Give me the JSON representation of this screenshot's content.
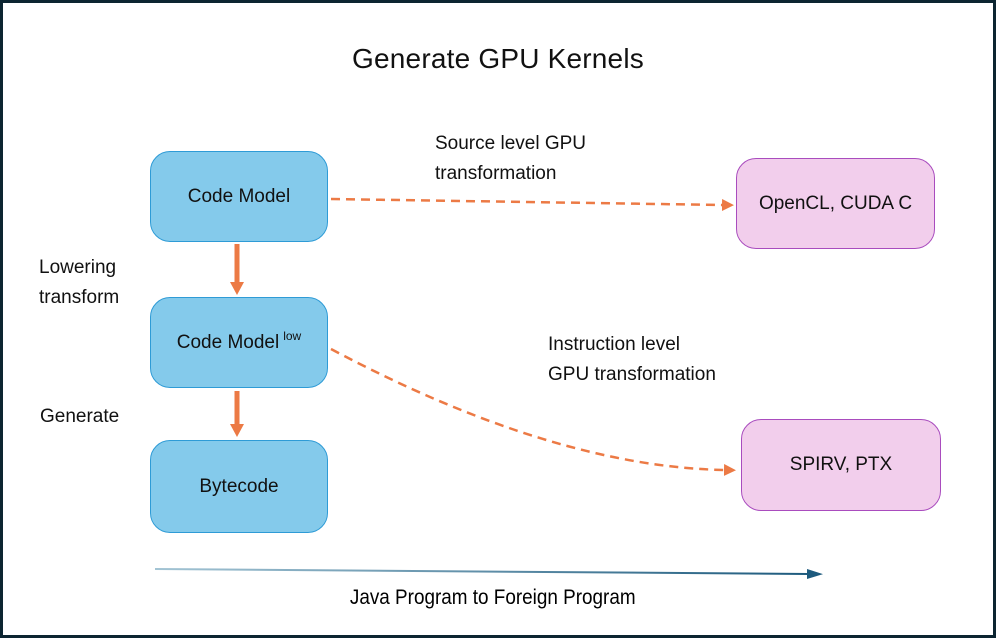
{
  "diagram": {
    "title": "Generate GPU Kernels",
    "nodes": {
      "code_model": {
        "label": "Code Model"
      },
      "code_model_low": {
        "label": "Code Model",
        "sup": "low"
      },
      "bytecode": {
        "label": "Bytecode"
      },
      "opencl": {
        "label": "OpenCL, CUDA C"
      },
      "spirv": {
        "label": "SPIRV, PTX"
      }
    },
    "side_labels": {
      "lowering": "Lowering\ntransform",
      "generate": "Generate"
    },
    "edge_labels": {
      "source_level": "Source level GPU\ntransformation",
      "instruction_level": "Instruction level\nGPU transformation"
    },
    "bottom_axis": {
      "label": "Java Program to Foreign Program"
    }
  },
  "colors": {
    "node_blue_fill": "#84CAEB",
    "node_blue_border": "#2E9BD6",
    "node_pink_fill": "#F2CEEC",
    "node_pink_border": "#A94CBE",
    "arrow_orange": "#EC7A45",
    "axis_blue_dark": "#1D5A7D",
    "axis_blue_light": "#A3C4D4",
    "frame_border": "#0C2531",
    "text_color": "#111111"
  }
}
